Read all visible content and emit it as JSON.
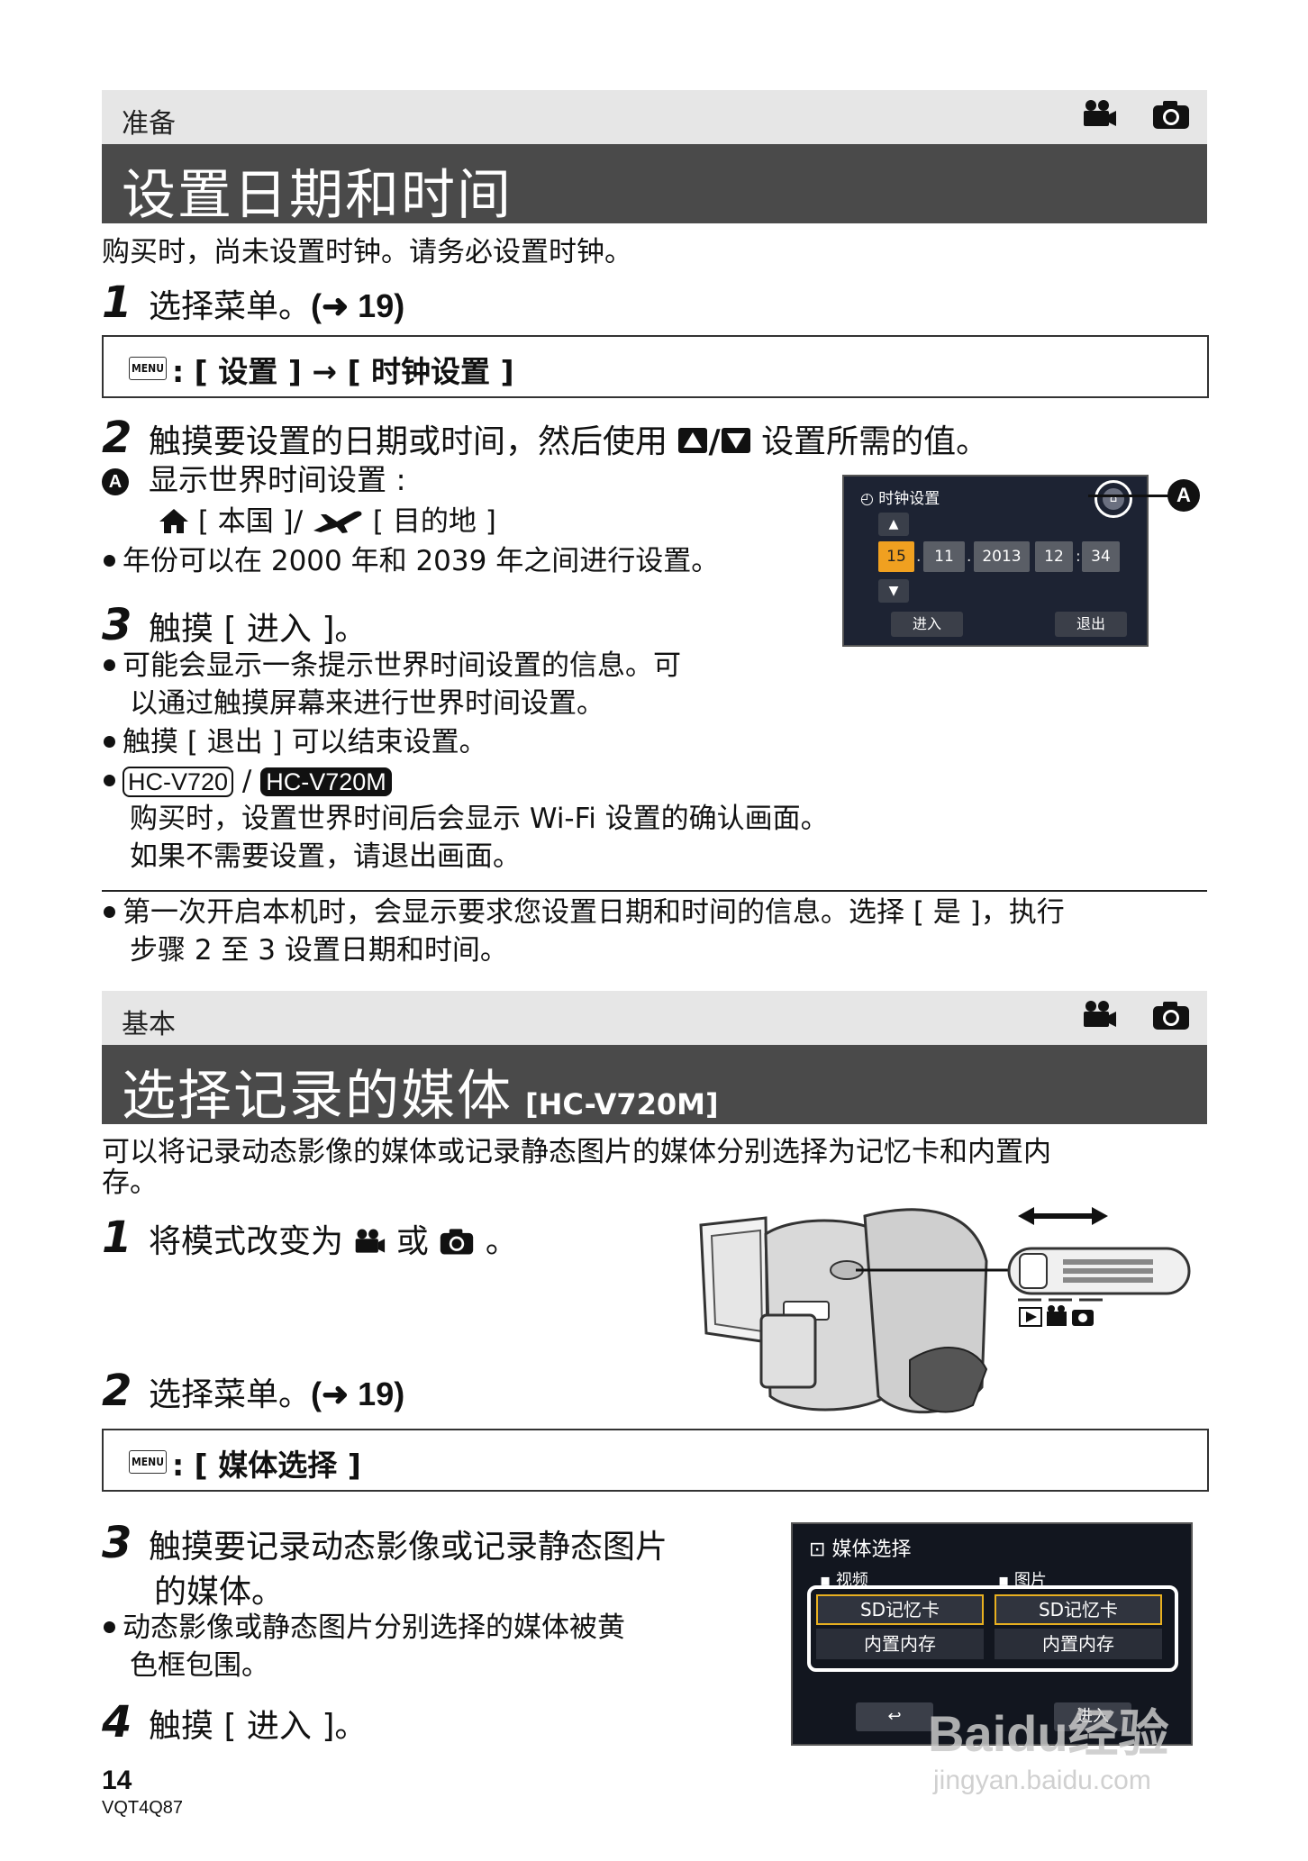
{
  "section1": {
    "category": "准备",
    "title": "设置日期和时间",
    "intro": "购买时，尚未设置时钟。请务必设置时钟。",
    "step1": {
      "num": "1",
      "text": "选择菜单。",
      "ref": "(➜ 19)"
    },
    "menu_label": "MENU",
    "menu_path": ": [ 设置 ] → [ 时钟设置 ]",
    "step2": {
      "num": "2",
      "text_before": "触摸要设置的日期或时间，然后使用",
      "slash": "/",
      "text_after": "设置所需的值。"
    },
    "a_label": "A",
    "a_text": "显示世界时间设置 :",
    "a_sub_home": "[ 本国 ]/",
    "a_sub_dest": "[ 目的地 ]",
    "bullet_year": "年份可以在 2000 年和 2039 年之间进行设置。",
    "step3": {
      "num": "3",
      "text": "触摸 [ 进入 ]。"
    },
    "bullet3a_line1": "可能会显示一条提示世界时间设置的信息。可",
    "bullet3a_line2": "以通过触摸屏幕来进行世界时间设置。",
    "bullet3b": "触摸 [ 退出 ] 可以结束设置。",
    "model_a": "HC-V720",
    "model_b": "HC-V720M",
    "bullet3c_line1": "购买时，设置世界时间后会显示 Wi-Fi 设置的确认画面。",
    "bullet3c_line2": "如果不需要设置，请退出画面。",
    "note_line1": "第一次开启本机时，会显示要求您设置日期和时间的信息。选择 [ 是 ]，执行",
    "note_line2": "步骤 2 至 3 设置日期和时间。",
    "screen": {
      "title": "时钟设置",
      "day": "15",
      "month": "11",
      "year": "2013",
      "hour": "12",
      "minute": "34",
      "enter": "进入",
      "exit": "退出"
    }
  },
  "section2": {
    "category": "基本",
    "title": "选择记录的媒体",
    "model": "[HC-V720M]",
    "intro_line1": "可以将记录动态影像的媒体或记录静态图片的媒体分别选择为记忆卡和内置内",
    "intro_line2": "存。",
    "step1": {
      "num": "1",
      "text_before": "将模式改变为",
      "text_mid": "或",
      "text_after": "。"
    },
    "step2": {
      "num": "2",
      "text": "选择菜单。",
      "ref": "(➜ 19)"
    },
    "menu_label": "MENU",
    "menu_path": ": [ 媒体选择 ]",
    "step3": {
      "num": "3",
      "line1": "触摸要记录动态影像或记录静态图片",
      "line2": "的媒体。"
    },
    "bullet3_line1": "动态影像或静态图片分别选择的媒体被黄",
    "bullet3_line2": "色框包围。",
    "step4": {
      "num": "4",
      "text": "触摸 [ 进入 ]。"
    },
    "screen": {
      "title": "媒体选择",
      "col_video": "视频",
      "col_photo": "图片",
      "sd_video": "SD记忆卡",
      "int_video": "内置内存",
      "sd_photo": "SD记忆卡",
      "int_photo": "内置内存",
      "enter": "进入"
    }
  },
  "footer": {
    "page": "14",
    "code": "VQT4Q87"
  },
  "watermark": {
    "brand": "Baidu经验",
    "url": "jingyan.baidu.com"
  },
  "colors": {
    "title_bar": "#4a4a4a",
    "head_bar": "#e6e6e6",
    "selected": "#f0a020"
  }
}
